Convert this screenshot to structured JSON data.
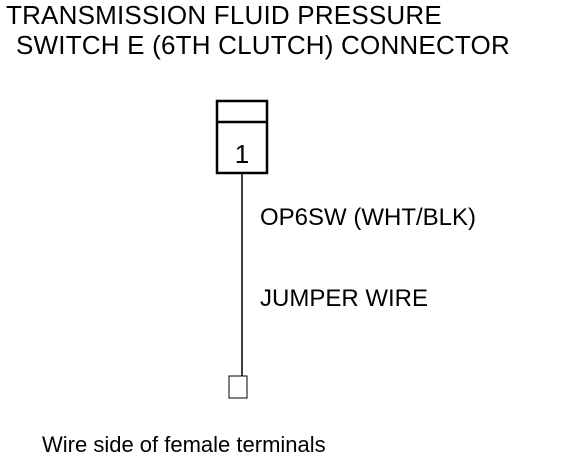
{
  "title": {
    "line1": "TRANSMISSION FLUID PRESSURE",
    "line2": "SWITCH E (6TH CLUTCH) CONNECTOR"
  },
  "connector": {
    "pin_number": "1"
  },
  "wire": {
    "name": "OP6SW (WHT/BLK)",
    "jumper_label": "JUMPER WIRE"
  },
  "caption": "Wire side of female terminals"
}
